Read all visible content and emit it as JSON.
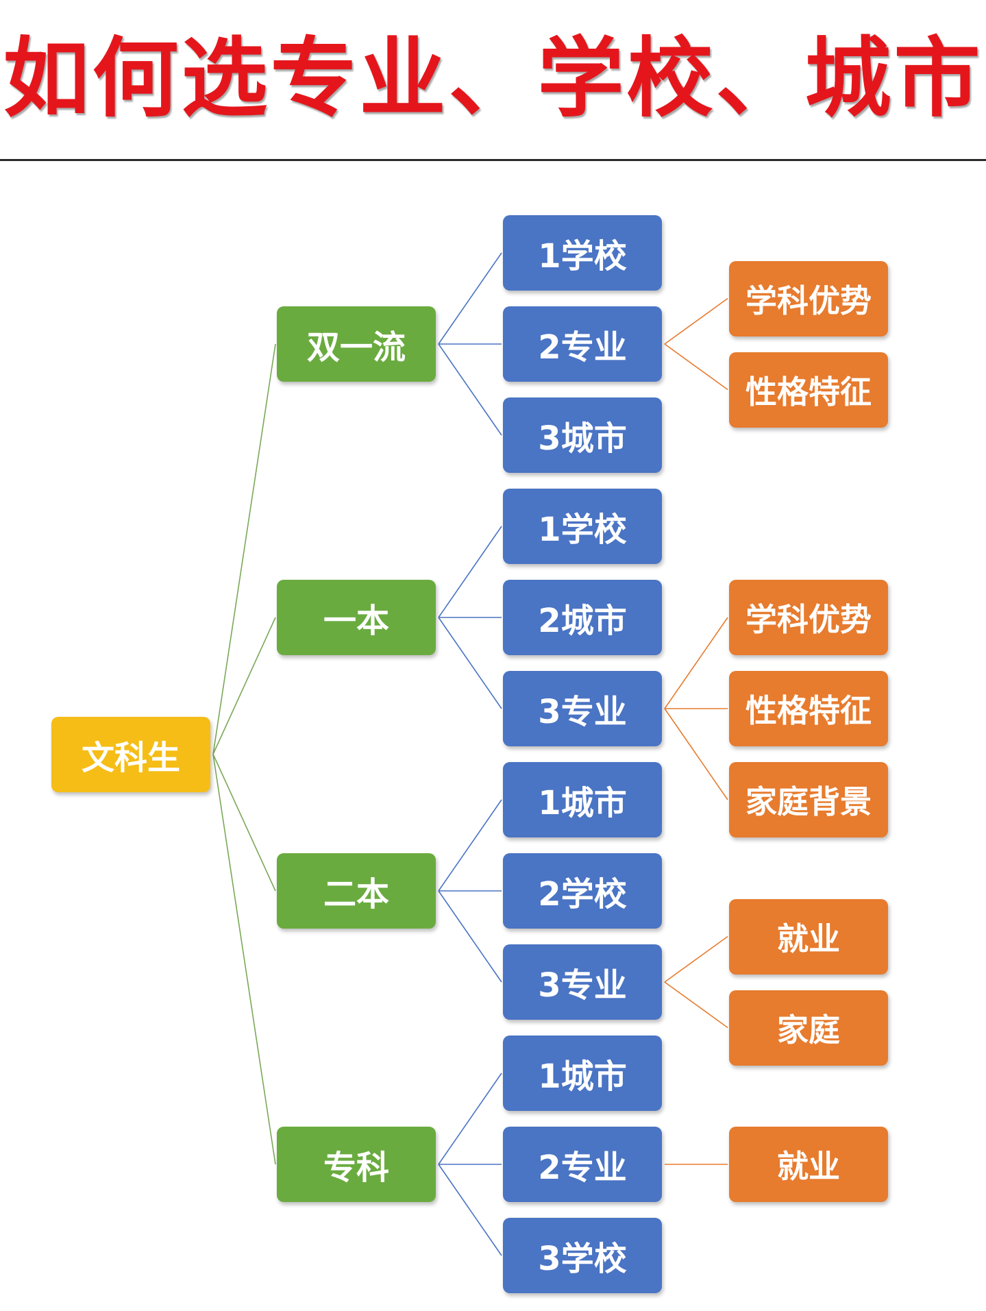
{
  "title": "如何选专业、学校、城市",
  "colors": {
    "title": "#e4161c",
    "root": "#f5bd16",
    "level1": "#6aab40",
    "level2": "#4a74c4",
    "level3": "#e77b2e",
    "line_root": "#7aa857",
    "line_l1": "#4a74c4",
    "line_l2": "#e77b2e"
  },
  "tree": {
    "root": "文科生",
    "branches": [
      {
        "label": "双一流",
        "children": [
          {
            "label": "1学校",
            "children": []
          },
          {
            "label": "2专业",
            "children": [
              "学科优势",
              "性格特征"
            ]
          },
          {
            "label": "3城市",
            "children": []
          }
        ]
      },
      {
        "label": "一本",
        "children": [
          {
            "label": "1学校",
            "children": []
          },
          {
            "label": "2城市",
            "children": []
          },
          {
            "label": "3专业",
            "children": [
              "学科优势",
              "性格特征",
              "家庭背景"
            ]
          }
        ]
      },
      {
        "label": "二本",
        "children": [
          {
            "label": "1城市",
            "children": []
          },
          {
            "label": "2学校",
            "children": []
          },
          {
            "label": "3专业",
            "children": [
              "就业",
              "家庭"
            ]
          }
        ]
      },
      {
        "label": "专科",
        "children": [
          {
            "label": "1城市",
            "children": []
          },
          {
            "label": "2专业",
            "children": [
              "就业"
            ]
          },
          {
            "label": "3学校",
            "children": []
          }
        ]
      }
    ]
  }
}
